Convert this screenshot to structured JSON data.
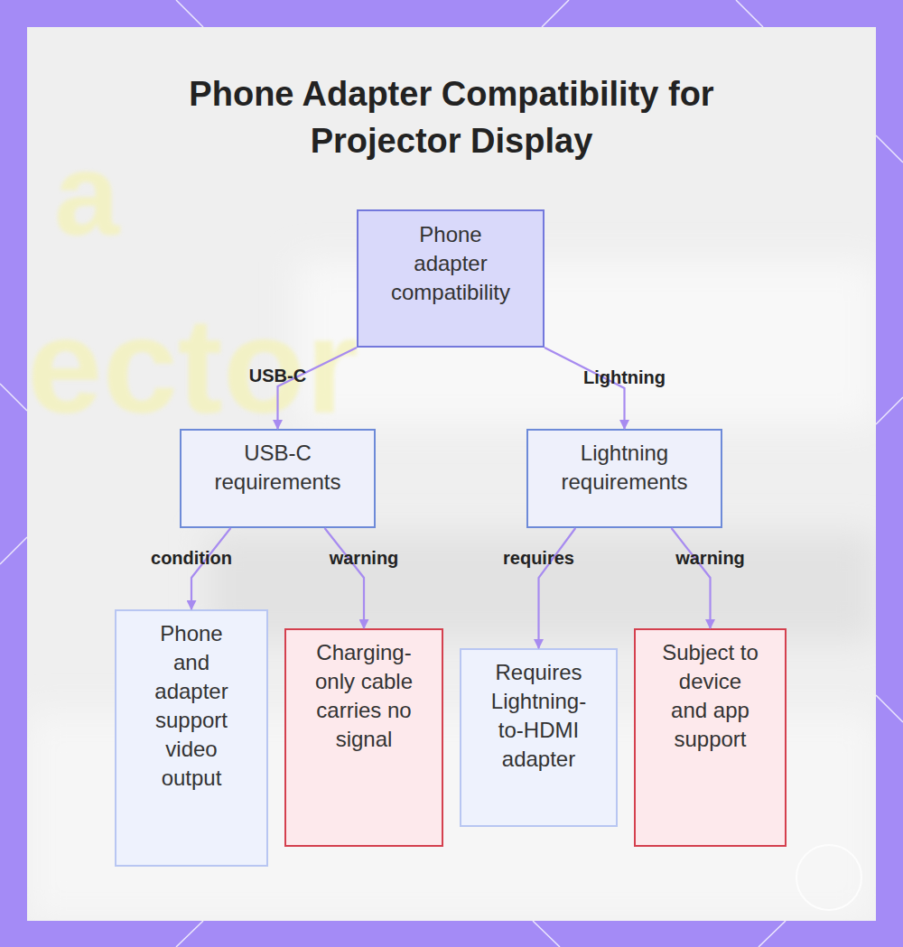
{
  "diagram": {
    "title": "Phone Adapter Compatibility for Projector Display",
    "nodes": [
      {
        "text": [
          "Phone adapter compatibility"
        ]
      },
      {
        "text": [
          "USB-C requirements"
        ]
      },
      {
        "text": [
          "Lightning requirements"
        ]
      },
      {
        "text": [
          "Phone and adapter support video output"
        ]
      },
      {
        "text": [
          "Charging-only cable carries no signal"
        ]
      },
      {
        "text": [
          "Requires Lightning-to-HDMI adapter"
        ]
      },
      {
        "text": [
          "Subject to device and app support"
        ]
      }
    ],
    "edges": [
      {
        "from": 0,
        "to": 1,
        "label": "USB-C",
        "arrow": "to"
      },
      {
        "from": 0,
        "to": 2,
        "label": "Lightning",
        "arrow": "to"
      },
      {
        "from": 1,
        "to": 3,
        "label": "condition",
        "arrow": "to"
      },
      {
        "from": 1,
        "to": 4,
        "label": "warning",
        "arrow": "to"
      },
      {
        "from": 2,
        "to": 5,
        "label": "requires",
        "arrow": "to"
      },
      {
        "from": 2,
        "to": 6,
        "label": "warning",
        "arrow": "to"
      }
    ],
    "labels": [
      "a",
      "ector"
    ]
  }
}
